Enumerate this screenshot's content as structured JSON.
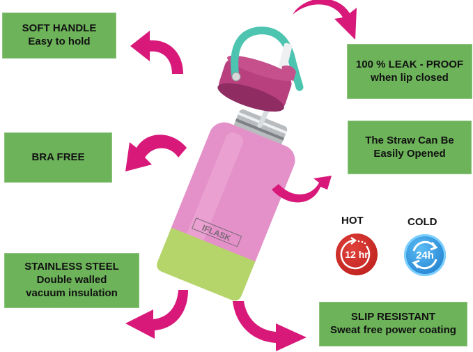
{
  "features": {
    "soft_handle": {
      "line1": "SOFT HANDLE",
      "line2": "Easy to hold"
    },
    "leak_proof": {
      "line1": "100 % LEAK - PROOF",
      "line2": "when lip closed"
    },
    "straw": {
      "line1": "The Straw Can Be",
      "line2": "Easily Opened"
    },
    "bra_free": {
      "line1": "BRA FREE"
    },
    "stainless": {
      "line1": "STAINLESS STEEL",
      "line2": "Double walled",
      "line3": "vacuum insulation"
    },
    "slip": {
      "line1": "SLIP RESISTANT",
      "line2": "Sweat free power coating"
    }
  },
  "temperature": {
    "hot": {
      "label": "HOT",
      "badge": "12 hr",
      "color": "#c9231f"
    },
    "cold": {
      "label": "COLD",
      "badge": "24h",
      "color": "#1e8fe0"
    }
  },
  "product": {
    "brand": "IFLASK"
  },
  "colors": {
    "box_green": "#6cb35a",
    "arrow_magenta": "#d8197a",
    "bottle_pink": "#e391c8",
    "base_lime": "#b5d46a",
    "handle_teal": "#4cc4b0",
    "lid_purple": "#b8407f"
  }
}
